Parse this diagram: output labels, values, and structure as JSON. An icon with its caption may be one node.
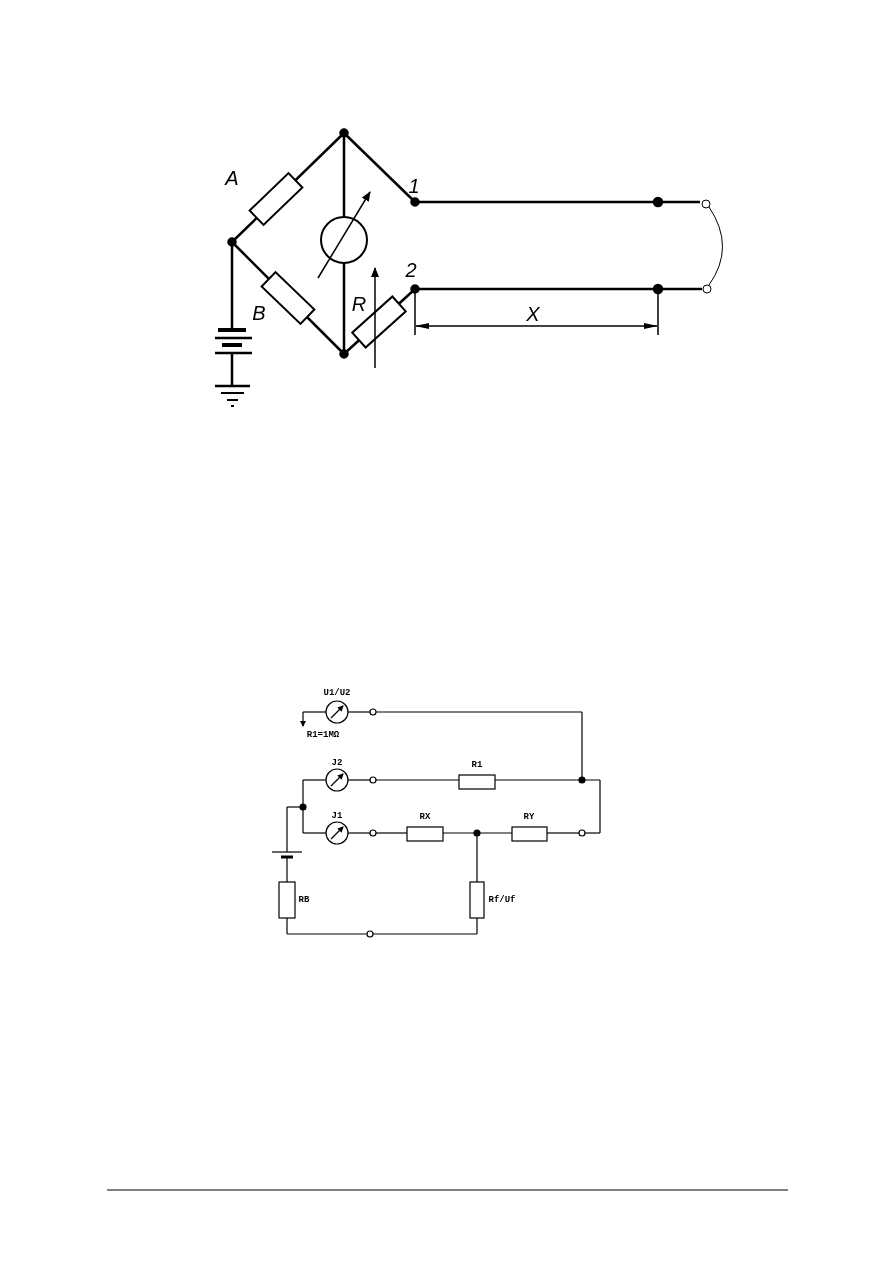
{
  "diagram": {
    "labels": [
      "A",
      "1",
      "2",
      "B",
      "R",
      "X",
      "U1/U2",
      "R1=1MΩ",
      "J2",
      "R1",
      "J1",
      "RX",
      "RY",
      "RB",
      "Rf/Uf"
    ]
  }
}
